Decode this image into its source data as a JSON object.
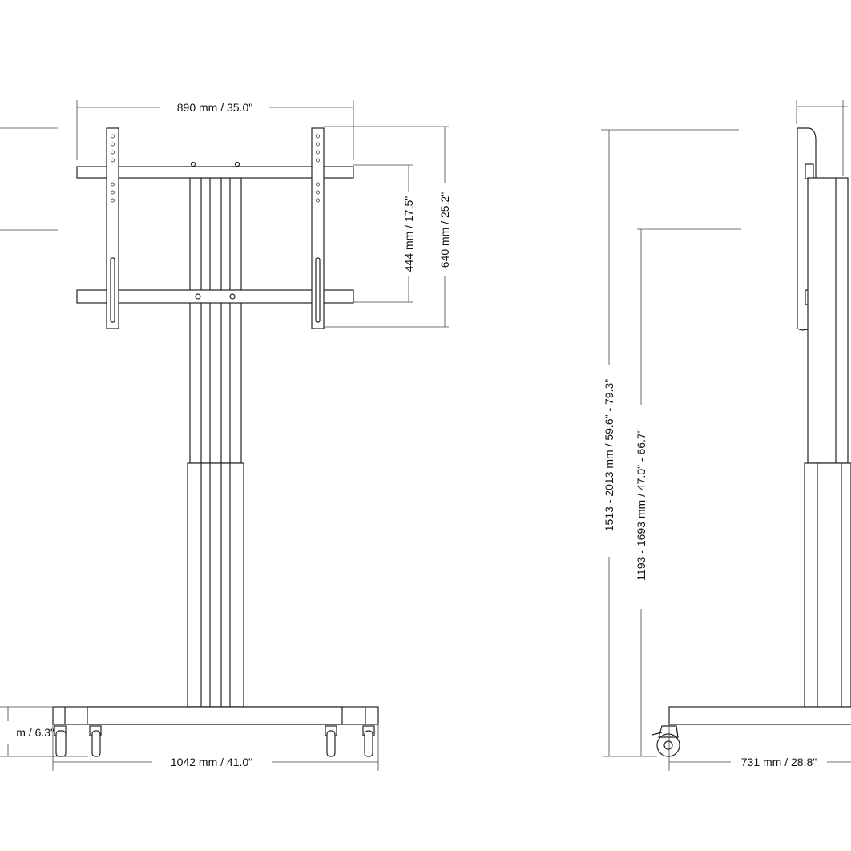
{
  "front_view": {
    "width_top": "890 mm / 35.0\"",
    "vesa_inner": "444 mm / 17.5\"",
    "vesa_outer": "640 mm / 25.2\"",
    "base_width": "1042 mm / 41.0\"",
    "base_height": "m / 6.3\""
  },
  "side_view": {
    "total_height": "1513 - 2013 mm / 59.6\" - 79.3\"",
    "center_height": "1193 - 1693 mm / 47.0\" - 66.7\"",
    "base_depth": "731 mm / 28.8\""
  },
  "colors": {
    "line": "#222222",
    "background": "#ffffff"
  }
}
